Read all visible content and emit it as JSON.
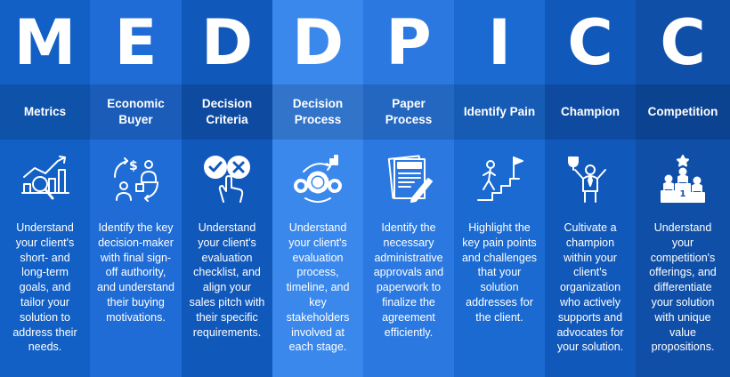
{
  "columns": [
    {
      "letter": "M",
      "title": "Metrics",
      "icon": "chart-magnifier-icon",
      "desc": "Understand your client's short- and long-term goals, and tailor your solution to address their needs.",
      "color": "#1260c6"
    },
    {
      "letter": "E",
      "title": "Economic Buyer",
      "icon": "buyer-exchange-icon",
      "desc": "Identify the key decision-maker with final sign-off authority, and understand their buying motivations.",
      "color": "#1f6cd6"
    },
    {
      "letter": "D",
      "title": "Decision Criteria",
      "icon": "checklist-hand-icon",
      "desc": "Understand your client's evaluation checklist, and align your sales pitch with their specific requirements.",
      "color": "#1158bb"
    },
    {
      "letter": "D",
      "title": "Decision Process",
      "icon": "gears-process-icon",
      "desc": "Understand your client's evaluation process, timeline, and key stakeholders involved at each stage.",
      "color": "#3a88ec"
    },
    {
      "letter": "P",
      "title": "Paper Process",
      "icon": "contract-pen-icon",
      "desc": "Identify the necessary administrative approvals and paperwork to finalize the agreement efficiently.",
      "color": "#2a78e0"
    },
    {
      "letter": "I",
      "title": "Identify Pain",
      "icon": "stairs-flag-icon",
      "desc": "Highlight the key pain points and challenges that your solution addresses for the client.",
      "color": "#1a6ad2"
    },
    {
      "letter": "C",
      "title": "Champion",
      "icon": "trophy-person-icon",
      "desc": "Cultivate a champion within your client's organization who actively supports and advocates for your solution.",
      "color": "#1158bb"
    },
    {
      "letter": "C",
      "title": "Competition",
      "icon": "podium-icon",
      "desc": "Understand your competition's offerings, and differentiate your solution with unique value propositions.",
      "color": "#0f4fa8"
    }
  ]
}
